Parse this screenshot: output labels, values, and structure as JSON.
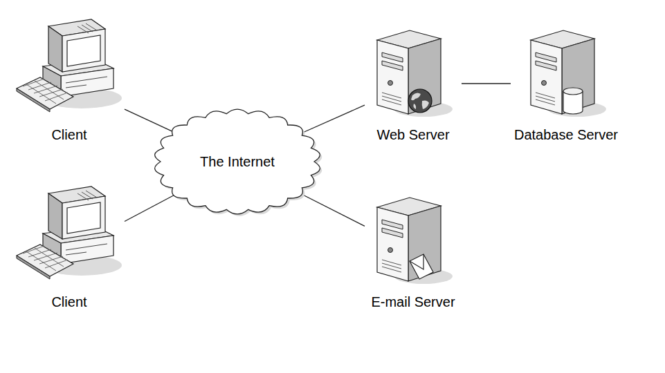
{
  "diagram": {
    "nodes": [
      {
        "text": [
          "Client"
        ]
      },
      {
        "text": [
          "The Internet"
        ]
      },
      {
        "text": [
          "Web Server"
        ]
      },
      {
        "text": [
          "Database Server"
        ]
      },
      {
        "text": [
          "Client"
        ]
      },
      {
        "text": [
          "E-mail Server"
        ]
      }
    ],
    "edges": [
      {
        "from": 0,
        "to": 1,
        "arrow": "none"
      },
      {
        "from": 4,
        "to": 1,
        "arrow": "none"
      },
      {
        "from": 1,
        "to": 2,
        "arrow": "none"
      },
      {
        "from": 2,
        "to": 3,
        "arrow": "none"
      },
      {
        "from": 1,
        "to": 5,
        "arrow": "none"
      }
    ]
  }
}
